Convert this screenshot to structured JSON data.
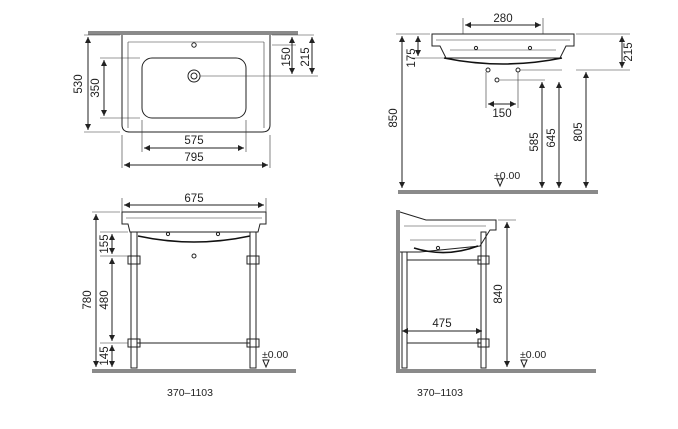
{
  "colors": {
    "line": "#222222",
    "floor": "#8a8a8a",
    "background": "#ffffff"
  },
  "views": {
    "top": {
      "width_overall": "795",
      "width_bowl": "575",
      "depth_overall": "530",
      "depth_bowl": "350",
      "tap_to_back": "150",
      "outlet_to_back": "215"
    },
    "side_small": {
      "spacing_top": "280",
      "left_depth": "175",
      "right_depth": "215",
      "waste_spacing": "150",
      "height_total": "850",
      "height_805": "805",
      "height_645": "645",
      "height_585": "585",
      "floor_label": "±0.00"
    },
    "front": {
      "width": "675",
      "h_155": "155",
      "h_480": "480",
      "h_780": "780",
      "h_145": "145",
      "floor_label": "±0.00",
      "code": "370–1103"
    },
    "side": {
      "depth": "475",
      "height": "840",
      "floor_label": "±0.00",
      "code": "370–1103"
    }
  }
}
